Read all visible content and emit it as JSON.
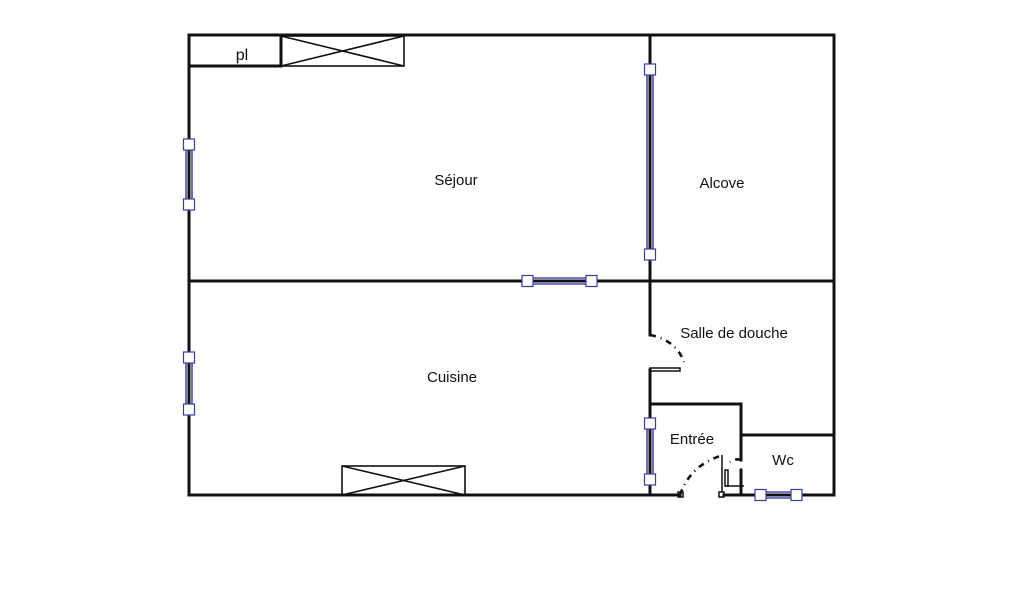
{
  "rooms": {
    "sejour": "Séjour",
    "alcove": "Alcove",
    "cuisine": "Cuisine",
    "salle_de_douche": "Salle de douche",
    "entree": "Entrée",
    "wc": "Wc",
    "placard": "pl"
  },
  "colors": {
    "wall": "#111111",
    "window": "#4a4ab8",
    "background": "#ffffff"
  }
}
